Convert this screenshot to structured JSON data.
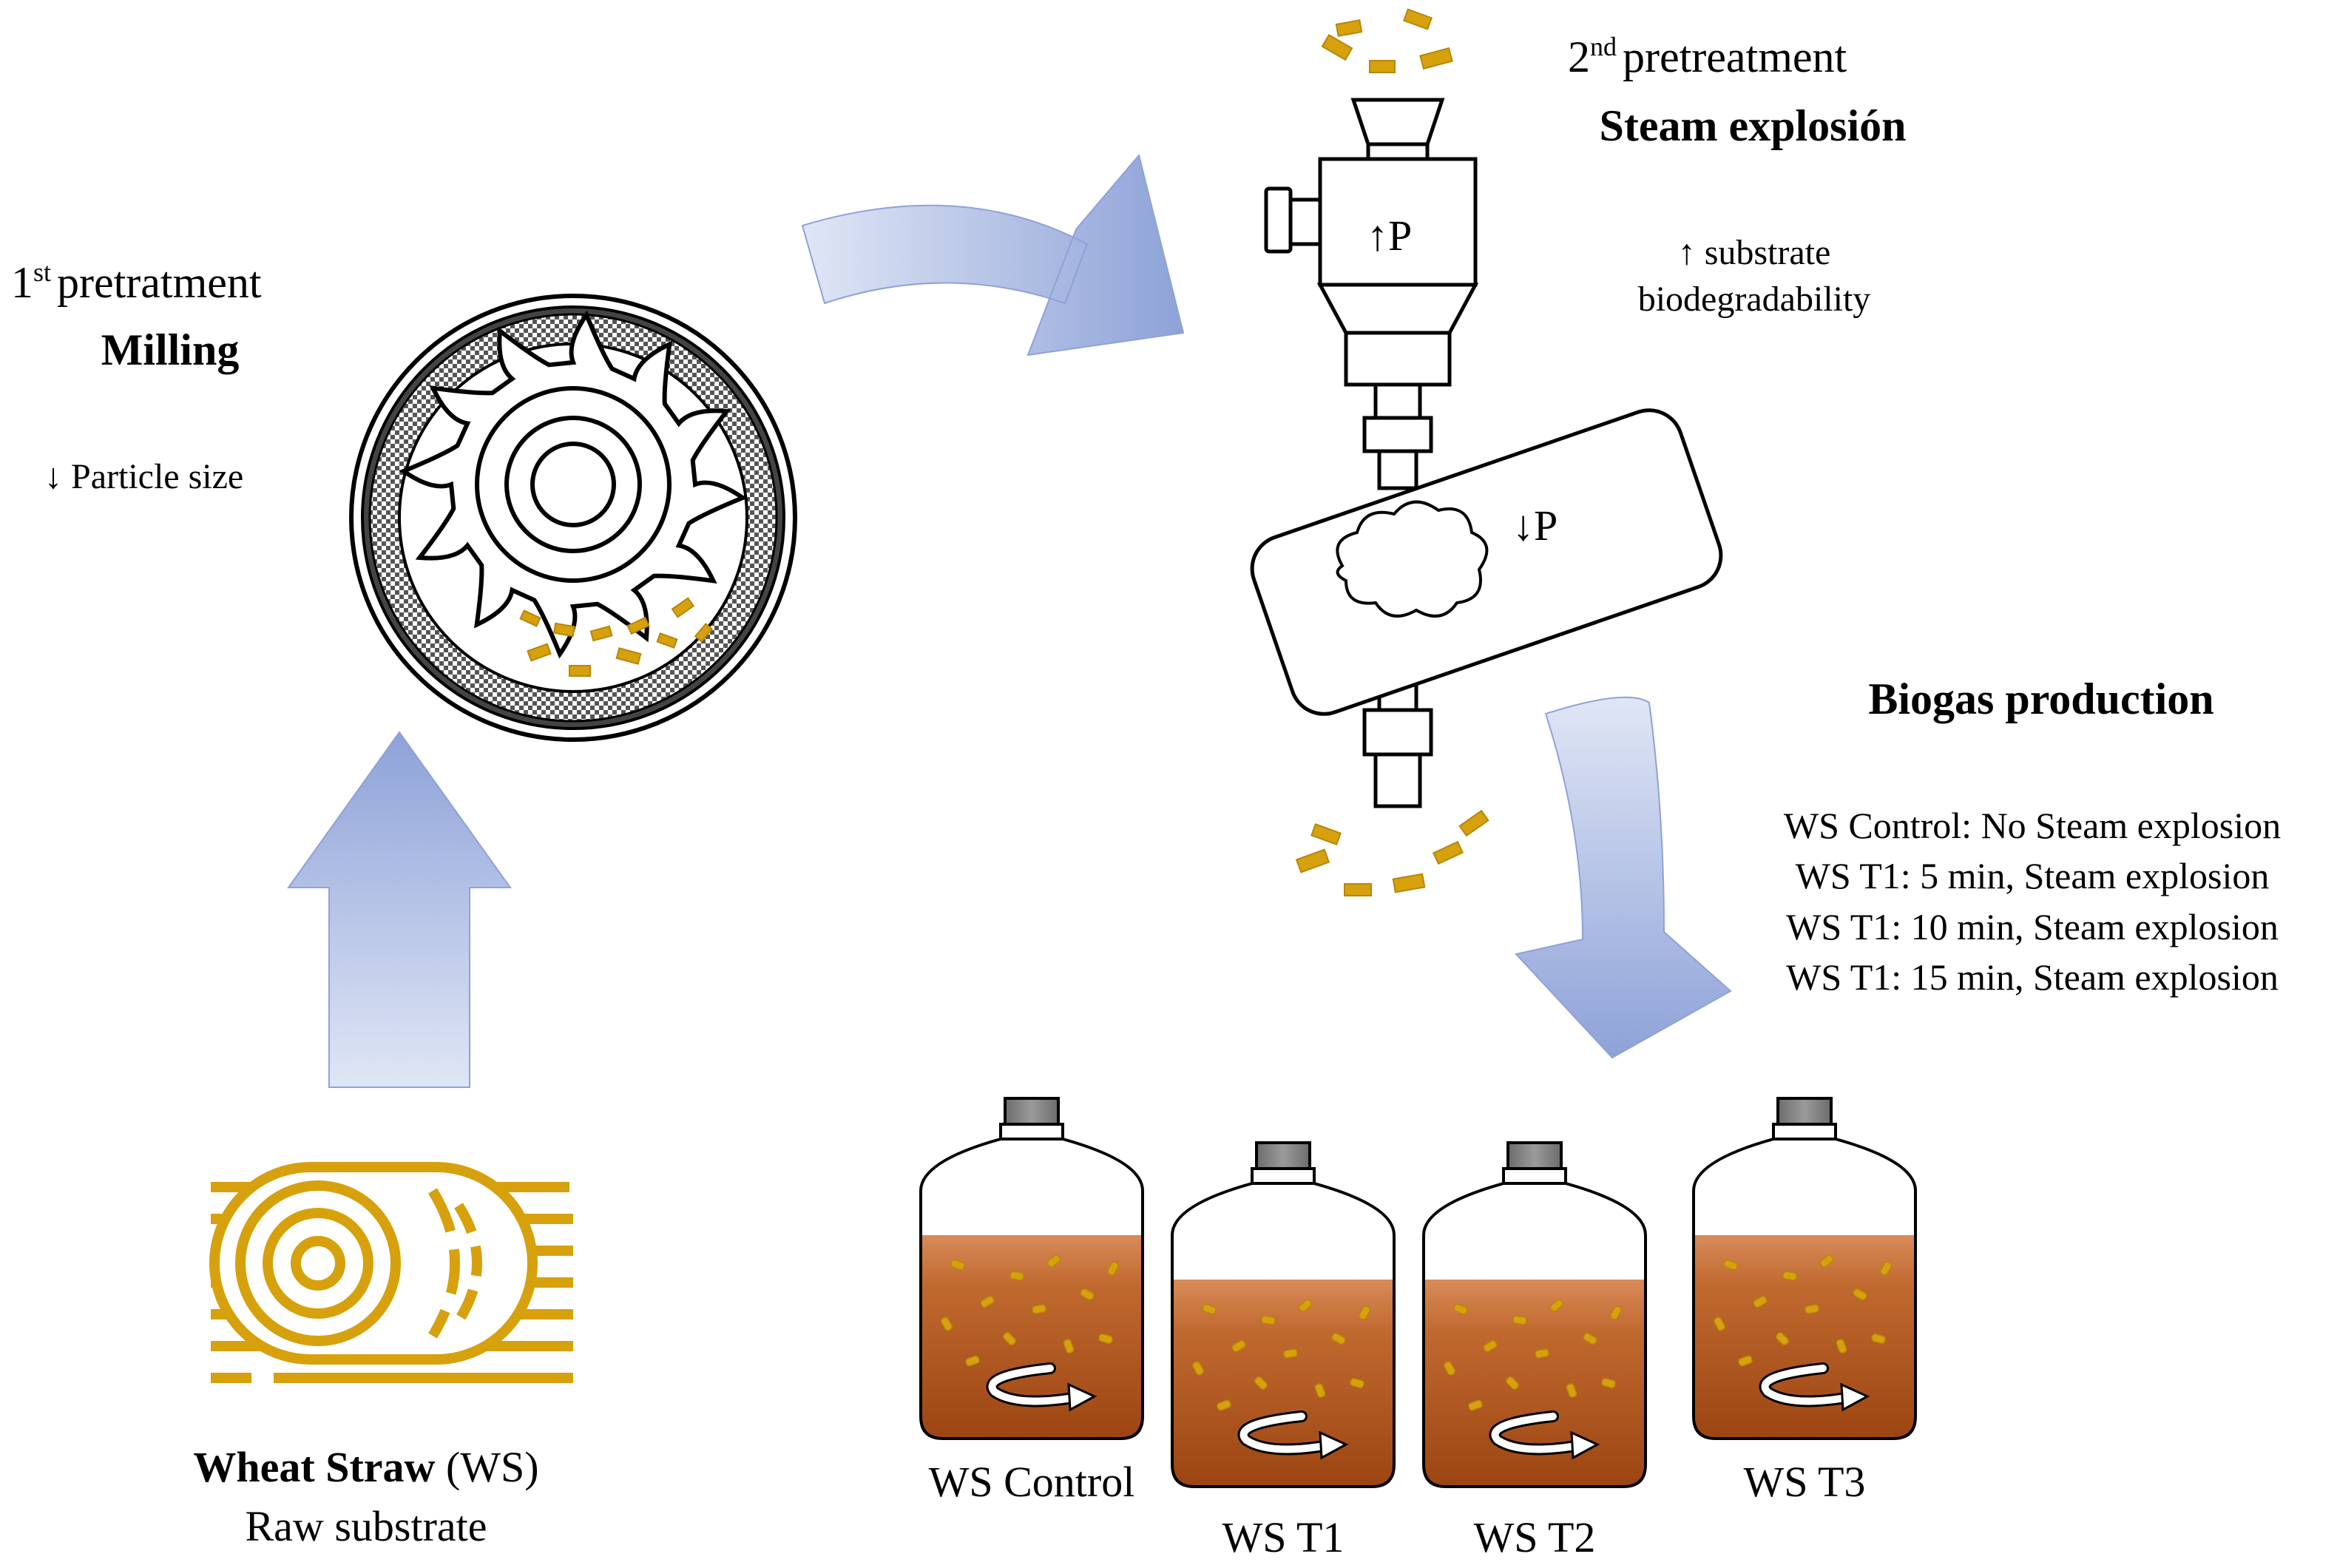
{
  "colors": {
    "arrow_light": "#dfe6f5",
    "arrow_dark": "#8ea2d8",
    "straw": "#d6a10c",
    "straw_dark": "#b8860b",
    "liquid_top": "#d98b59",
    "liquid_bottom": "#9c4512",
    "cap": "#7f7f7f",
    "outline": "#000000"
  },
  "milling": {
    "ordinal_num": "1",
    "ordinal_sup": "st",
    "ordinal_word": "pretratment",
    "name": "Milling",
    "effect": "↓ Particle size"
  },
  "steam": {
    "ordinal_num": "2",
    "ordinal_sup": "nd",
    "ordinal_word": "pretreatment",
    "name": "Steam explosión",
    "effect_line1": "↑ substrate",
    "effect_line2": "biodegradability",
    "high_pressure": "↑P",
    "low_pressure": "↓P"
  },
  "biogas": {
    "title": "Biogas production",
    "treatments": [
      "WS Control: No Steam explosion",
      "WS T1: 5 min, Steam explosion",
      "WS T1: 10 min, Steam explosion",
      "WS T1: 15 min, Steam explosion"
    ]
  },
  "substrate": {
    "name_bold": "Wheat Straw",
    "name_abbr": " (WS)",
    "subtitle": "Raw substrate"
  },
  "bottles": [
    "WS Control",
    "WS T1",
    "WS T2",
    "WS T3"
  ]
}
